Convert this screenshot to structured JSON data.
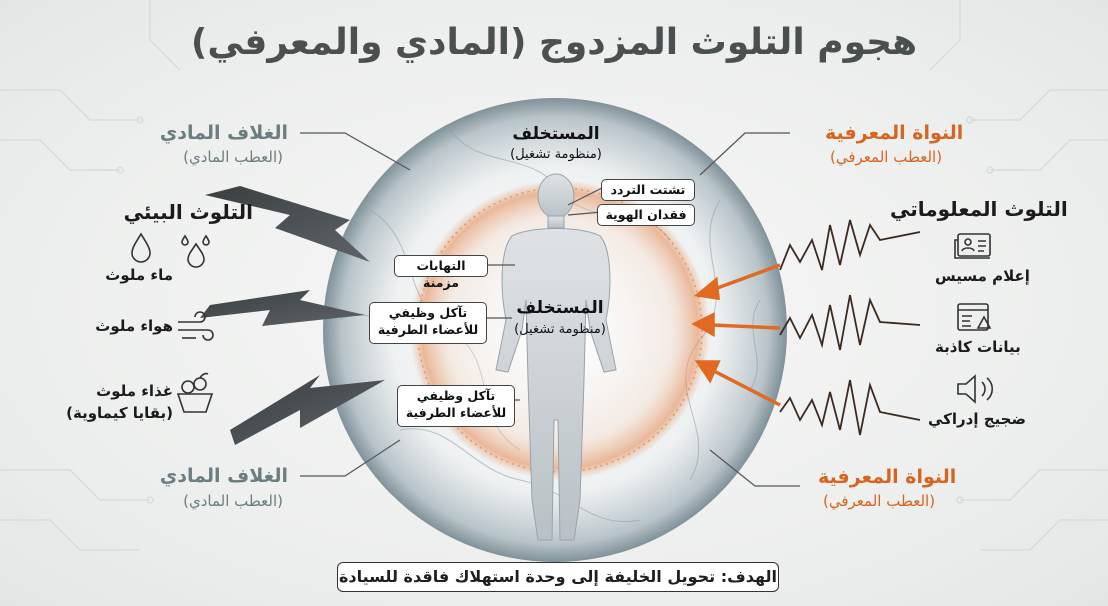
{
  "title": "هجوم التلوث المزدوج (المادي والمعرفي)",
  "outer_shell": {
    "label": "الغلاف المادي",
    "sub": "(العطب المادي)"
  },
  "core": {
    "label": "النواة المعرفية",
    "sub": "(العطب المعرفي)"
  },
  "center": {
    "name": "المستخلف",
    "sub": "(منظومة تشغيل)"
  },
  "left_group": {
    "title": "التلوث البيئي",
    "items": [
      {
        "label": "ماء ملوث",
        "icon": "water-drops-icon"
      },
      {
        "label": "هواء ملوث",
        "icon": "wind-icon"
      },
      {
        "label": "غذاء ملوث",
        "sub": "(بقايا كيماوية)",
        "icon": "food-basket-icon"
      }
    ]
  },
  "right_group": {
    "title": "التلوث المعلوماتي",
    "items": [
      {
        "label": "إعلام مسيس",
        "icon": "news-id-icon"
      },
      {
        "label": "بيانات كاذبة",
        "icon": "warning-data-icon"
      },
      {
        "label": "ضجيج إدراكي",
        "icon": "speaker-icon"
      }
    ]
  },
  "effects": {
    "hesitation": "تشتت التردد",
    "identity": "فقدان الهوية",
    "inflammation": "التهابات مزمنة",
    "erosion_1": [
      "تآكل وظيفي",
      "للأعضاء الطرفية"
    ],
    "erosion_2": [
      "تآكل وظيفي",
      "للأعضاء الطرفية"
    ]
  },
  "goal": "الهدف: تحويل الخليفة إلى وحدة استهلاك فاقدة للسيادة",
  "colors": {
    "accent_orange": "#d8651f",
    "shell_grey": "#6b7d80",
    "title_grey": "#4a4f50"
  }
}
